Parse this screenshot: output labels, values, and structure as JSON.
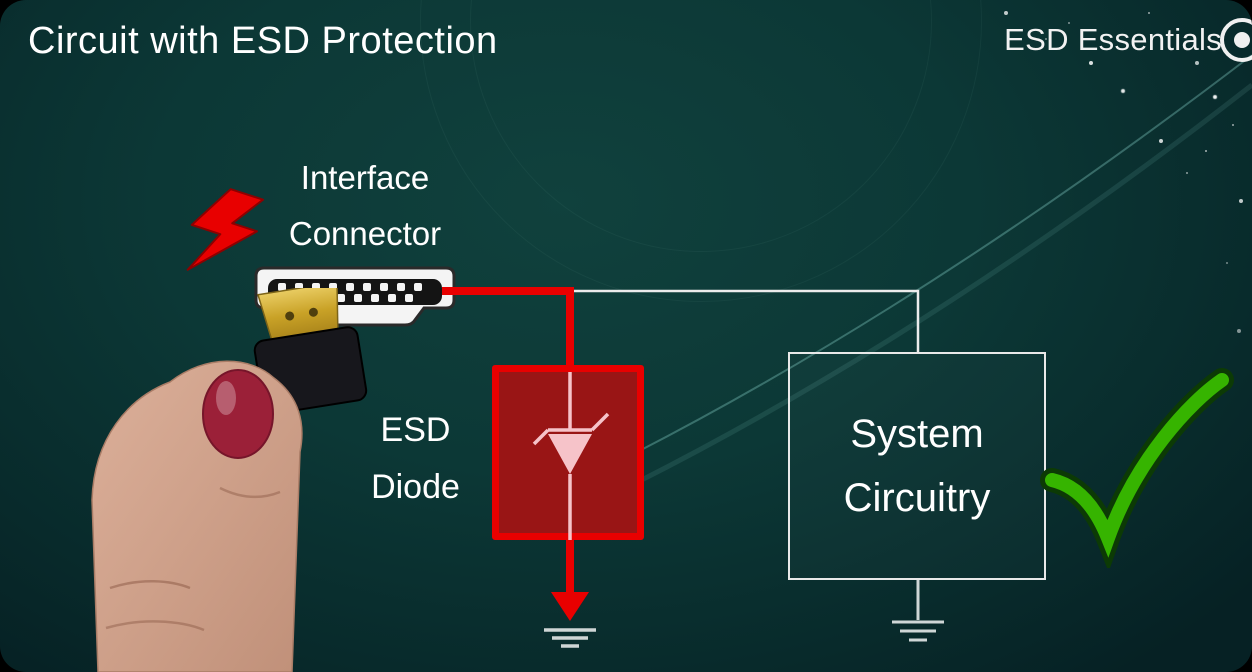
{
  "slide": {
    "title": "Circuit with ESD Protection",
    "brand": "ESD Essentials"
  },
  "labels": {
    "connector": "Interface\nConnector",
    "diode": "ESD\nDiode",
    "system": "System\nCircuitry"
  },
  "icons": {
    "lightning": "esd-strike-bolt",
    "checkmark": "protection-ok-check",
    "ground": "earth-ground-symbol",
    "diode_symbol": "zener-diode-symbol",
    "connector": "hdmi-interface-connector",
    "hand": "hand-holding-hdmi-plug"
  },
  "colors": {
    "background_teal": "#0c3836",
    "wire_red": "#e80000",
    "diode_box_fill": "#991515",
    "diode_symbol_pink": "#f6c3c9",
    "wire_white": "#ececec",
    "check_green": "#36b400",
    "text_white": "#ffffff"
  }
}
